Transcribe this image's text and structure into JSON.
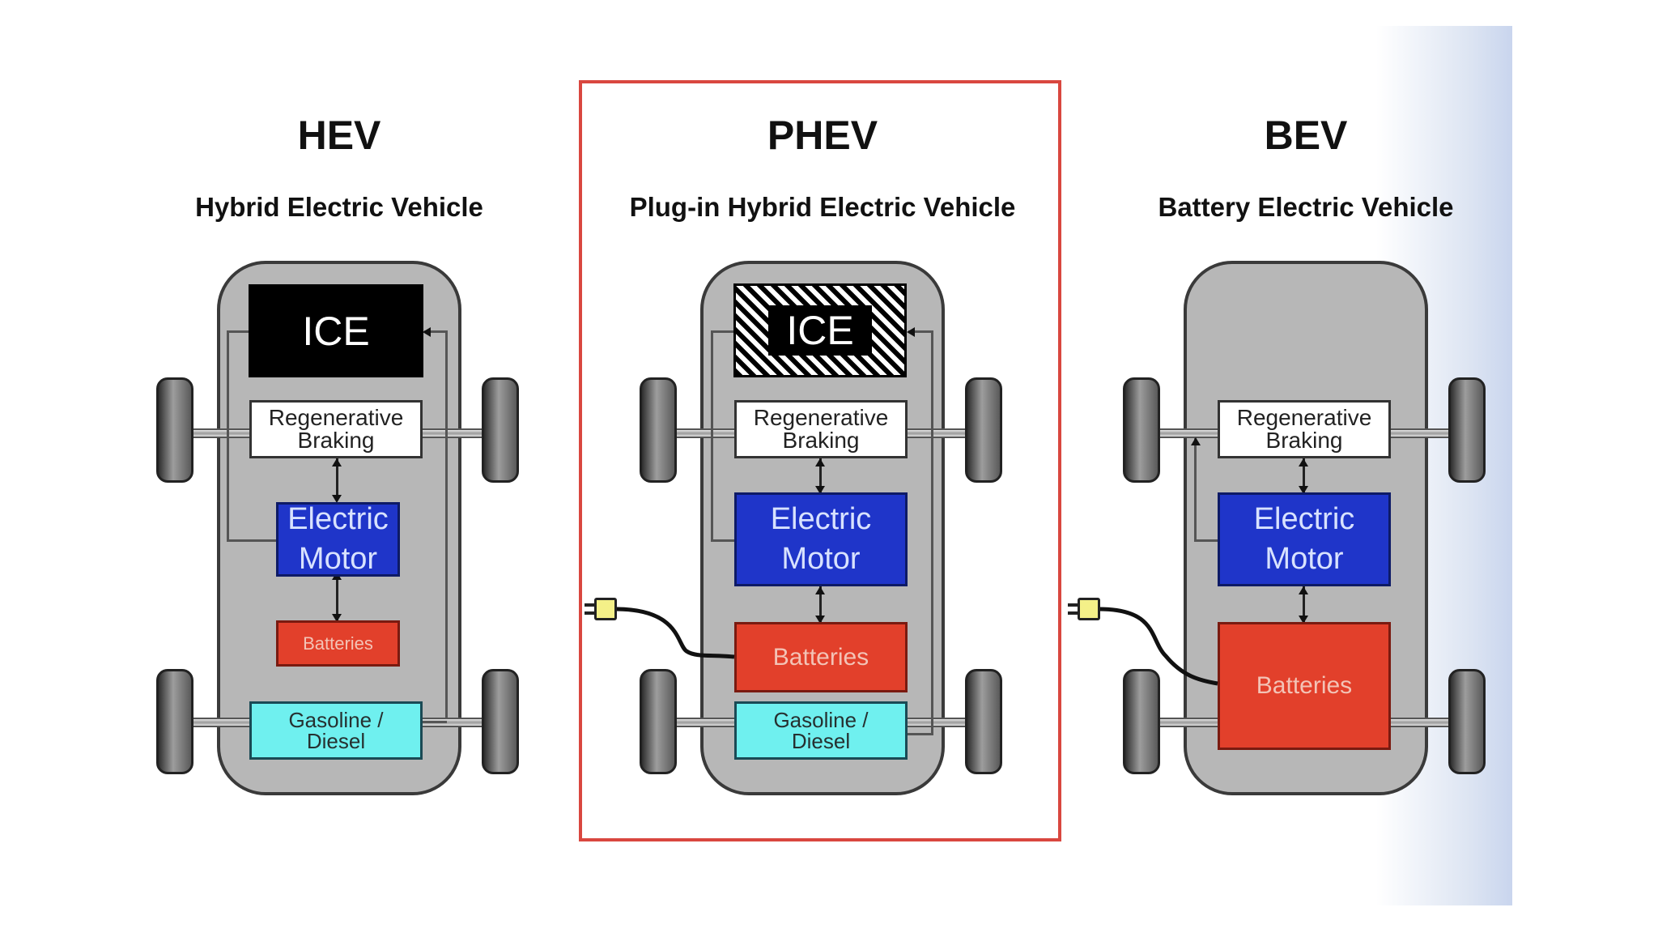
{
  "panels": [
    {
      "id": "hev",
      "acronym": "HEV",
      "fullname": "Hybrid Electric Vehicle",
      "ice": "ICE",
      "regen": "Regenerative\nBraking",
      "motor": "Electric\nMotor",
      "batteries": "Batteries",
      "fuel": "Gasoline /\nDiesel"
    },
    {
      "id": "phev",
      "acronym": "PHEV",
      "fullname": "Plug-in Hybrid Electric Vehicle",
      "ice": "ICE",
      "regen": "Regenerative\nBraking",
      "motor": "Electric\nMotor",
      "batteries": "Batteries",
      "fuel": "Gasoline /\nDiesel"
    },
    {
      "id": "bev",
      "acronym": "BEV",
      "fullname": "Battery Electric Vehicle",
      "regen": "Regenerative\nBraking",
      "motor": "Electric\nMotor",
      "batteries": "Batteries"
    }
  ],
  "highlighted_panel": "phev",
  "colors": {
    "ice": "#000000",
    "motor": "#1f35c9",
    "batteries": "#e2402b",
    "fuel": "#6ff0ef",
    "highlight": "#d9473f"
  }
}
